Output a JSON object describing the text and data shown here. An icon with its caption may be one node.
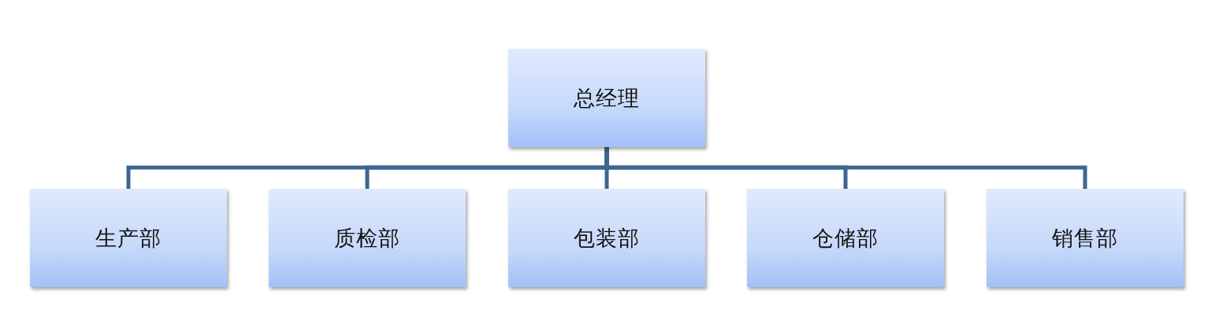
{
  "diagram": {
    "nodes": [
      {
        "text": [
          "总经理"
        ]
      },
      {
        "text": [
          "生产部"
        ]
      },
      {
        "text": [
          "质检部"
        ]
      },
      {
        "text": [
          "包装部"
        ]
      },
      {
        "text": [
          "仓储部"
        ]
      },
      {
        "text": [
          "销售部"
        ]
      }
    ],
    "edges": [
      {
        "from": 0,
        "to": 1,
        "arrow": "none"
      },
      {
        "from": 0,
        "to": 2,
        "arrow": "none"
      },
      {
        "from": 0,
        "to": 3,
        "arrow": "none"
      },
      {
        "from": 0,
        "to": 4,
        "arrow": "none"
      },
      {
        "from": 0,
        "to": 5,
        "arrow": "none"
      }
    ]
  }
}
